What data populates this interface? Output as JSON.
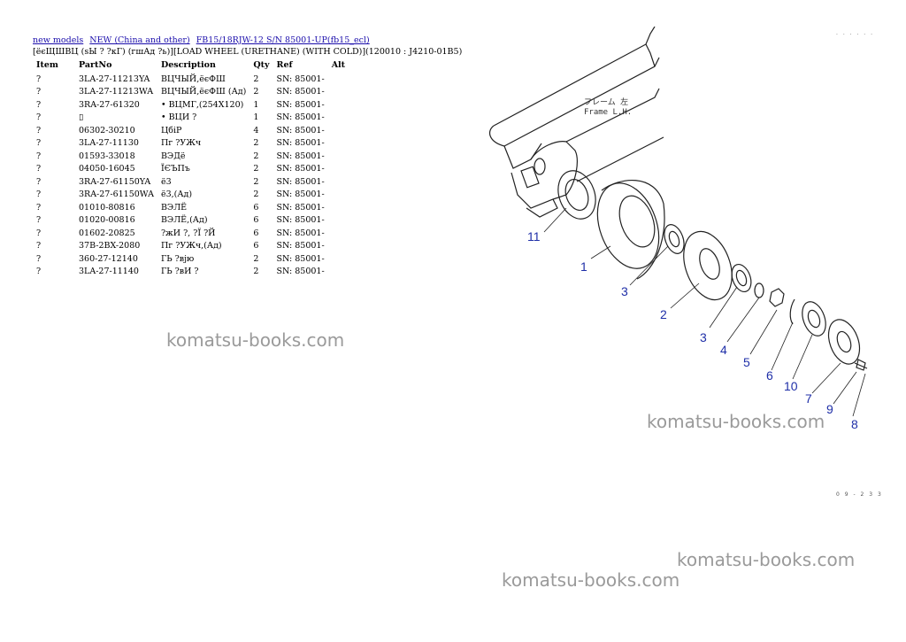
{
  "breadcrumb": [
    {
      "label": "new models"
    },
    {
      "label": "NEW (China and other)"
    },
    {
      "label": "FB15/18RJW-12 S/N 85001-UP(fb15_ecl)"
    }
  ],
  "subtitle": "[ёєЩШВЦ (sЫ ? ?кГ) (гшАд ?ь)][LOAD WHEEL (URETHANE) (WITH COLD)](120010 : J4210-01B5)",
  "table": {
    "headers": [
      "Item",
      "PartNo",
      "Description",
      "Qty",
      "Ref",
      "Alt"
    ],
    "rows": [
      [
        "?",
        "3LA-27-11213YA",
        "ВЦЧЫЙ,ёєФШ",
        "2",
        "SN: 85001-",
        ""
      ],
      [
        "?",
        "3LA-27-11213WA",
        "ВЦЧЫЙ,ёєФШ (Ад)",
        "2",
        "SN: 85001-",
        ""
      ],
      [
        "?",
        "3RA-27-61320",
        "• ВЦМГ,(254X120)",
        "1",
        "SN: 85001-",
        ""
      ],
      [
        "?",
        "▯",
        "• ВЦИ ?",
        "1",
        "SN: 85001-",
        ""
      ],
      [
        "?",
        "06302-30210",
        "ЦбіР",
        "4",
        "SN: 85001-",
        ""
      ],
      [
        "?",
        "3LA-27-11130",
        "Пг ?УЖч",
        "2",
        "SN: 85001-",
        ""
      ],
      [
        "?",
        "01593-33018",
        "ВЭДё",
        "2",
        "SN: 85001-",
        ""
      ],
      [
        "?",
        "04050-16045",
        "ЇЄЪПъ",
        "2",
        "SN: 85001-",
        ""
      ],
      [
        "?",
        "3RA-27-61150YA",
        "ё3",
        "2",
        "SN: 85001-",
        ""
      ],
      [
        "?",
        "3RA-27-61150WA",
        "ё3,(Ад)",
        "2",
        "SN: 85001-",
        ""
      ],
      [
        "?",
        "01010-80816",
        "ВЭЛЁ",
        "6",
        "SN: 85001-",
        ""
      ],
      [
        "?",
        "01020-00816",
        "ВЭЛЁ,(Ад)",
        "6",
        "SN: 85001-",
        ""
      ],
      [
        "?",
        "01602-20825",
        "?жИ ?, ?Ї ?Й",
        "6",
        "SN: 85001-",
        ""
      ],
      [
        "?",
        "37B-2BX-2080",
        "Пг ?УЖч,(Ад)",
        "6",
        "SN: 85001-",
        ""
      ],
      [
        "?",
        "360-27-12140",
        "ГЬ ?вјю",
        "2",
        "SN: 85001-",
        ""
      ],
      [
        "?",
        "3LA-27-11140",
        "ГЬ ?вИ ?",
        "2",
        "SN: 85001-",
        ""
      ]
    ]
  },
  "diagram": {
    "frame_label_1": "フレーム 左",
    "frame_label_2": "Frame L.H.",
    "callouts": [
      "11",
      "1",
      "3",
      "2",
      "3",
      "4",
      "5",
      "6",
      "10",
      "7",
      "9",
      "8"
    ],
    "callout_color": "#1f2fa8"
  },
  "watermark": "komatsu-books.com",
  "corner_top": ". . . . . .",
  "corner_bottom": "0 9 - 2 3 3"
}
